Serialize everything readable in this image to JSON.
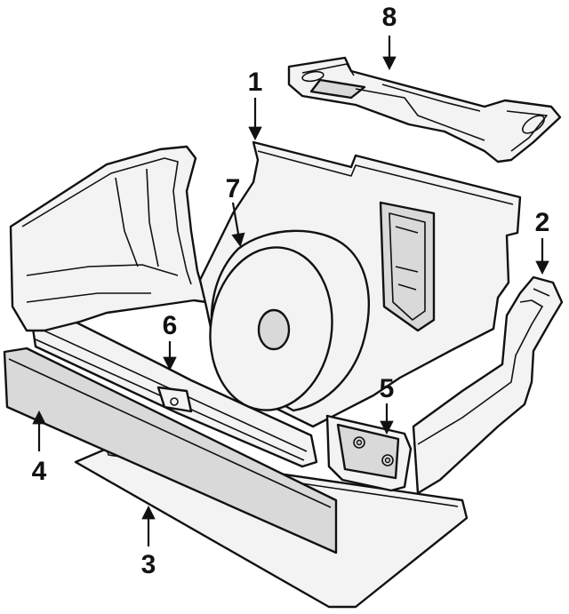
{
  "diagram": {
    "callouts": [
      {
        "id": "1",
        "label": "1"
      },
      {
        "id": "2",
        "label": "2"
      },
      {
        "id": "3",
        "label": "3"
      },
      {
        "id": "4",
        "label": "4"
      },
      {
        "id": "5",
        "label": "5"
      },
      {
        "id": "6",
        "label": "6"
      },
      {
        "id": "7",
        "label": "7"
      },
      {
        "id": "8",
        "label": "8"
      }
    ],
    "colors": {
      "line": "#111111",
      "fill": "#f3f3f3",
      "shade": "#d9d9d9"
    }
  }
}
